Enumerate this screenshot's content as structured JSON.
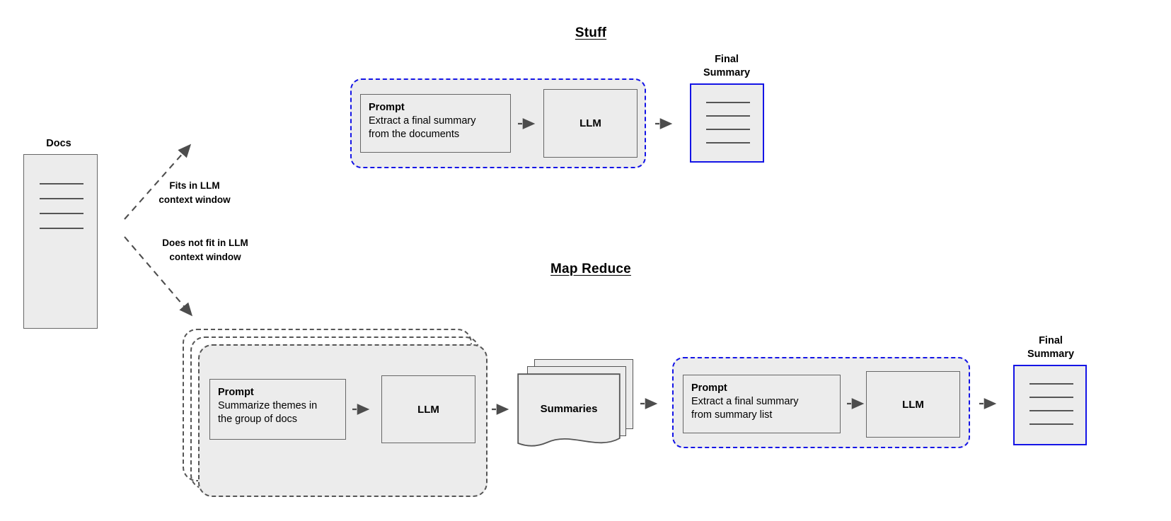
{
  "diagram": {
    "title_stuff": "Stuff",
    "title_map_reduce": "Map Reduce"
  },
  "source": {
    "docs_label": "Docs"
  },
  "branches": {
    "fits_line1": "Fits in LLM",
    "fits_line2": "context window",
    "not_fits_line1": "Does not fit in LLM",
    "not_fits_line2": "context window"
  },
  "stuff_chain": {
    "prompt_title": "Prompt",
    "prompt_body_line1": "Extract a final summary",
    "prompt_body_line2": "from the documents",
    "llm_label": "LLM",
    "final_label_line1": "Final",
    "final_label_line2": "Summary"
  },
  "map_stage": {
    "prompt_title": "Prompt",
    "prompt_body_line1": "Summarize themes in",
    "prompt_body_line2": "the group of docs",
    "llm_label": "LLM",
    "summaries_label": "Summaries"
  },
  "reduce_stage": {
    "prompt_title": "Prompt",
    "prompt_body_line1": "Extract a final summary",
    "prompt_body_line2": "from summary list",
    "llm_label": "LLM",
    "final_label_line1": "Final",
    "final_label_line2": "Summary"
  },
  "colors": {
    "blue_accent": "#1414e6",
    "gray_fill": "#ececec",
    "gray_stroke": "#666666",
    "dark_arrow": "#4d4d4d"
  }
}
